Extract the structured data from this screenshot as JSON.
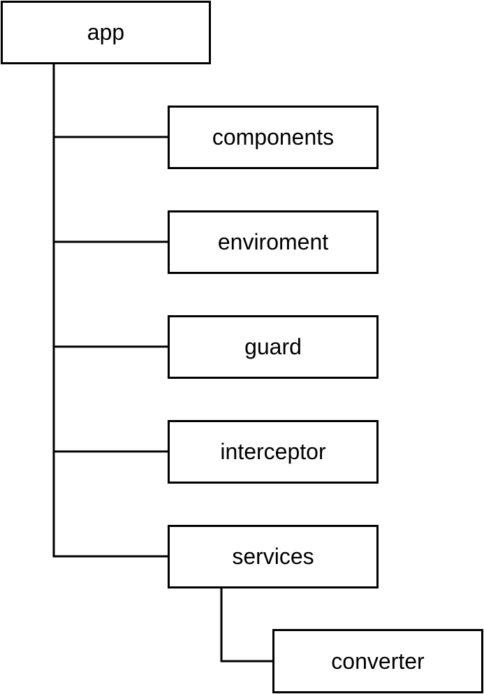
{
  "tree": {
    "root": "app",
    "children": {
      "components": "components",
      "enviroment": "enviroment",
      "guard": "guard",
      "interceptor": "interceptor",
      "services": "services",
      "converter": "converter"
    }
  }
}
